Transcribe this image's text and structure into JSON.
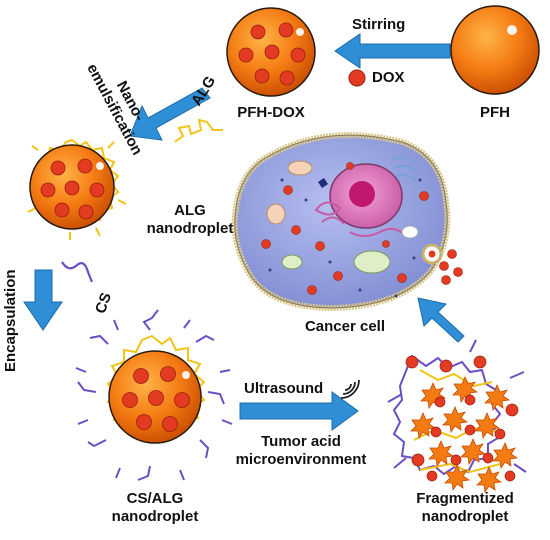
{
  "colors": {
    "droplet_core": "#f47a12",
    "droplet_dark": "#c64a02",
    "dox_red": "#e23b22",
    "arrow_blue": "#2f8fd6",
    "alg_yellow": "#f0c419",
    "cs_purple": "#6a4fc4",
    "cell_blue": "#9aa6e0"
  },
  "labels": {
    "stirring": "Stirring",
    "dox": "DOX",
    "pfh_dox": "PFH-DOX",
    "pfh": "PFH",
    "nano_emulsification_line1": "Nano-",
    "nano_emulsification_line2": "emulsification",
    "alg": "ALG",
    "alg_nanodroplet_line1": "ALG",
    "alg_nanodroplet_line2": "nanodroplet",
    "encapsulation": "Encapsulation",
    "cs": "CS",
    "cancer_cell": "Cancer cell",
    "ultrasound": "Ultrasound",
    "tumor_acid_line1": "Tumor acid",
    "tumor_acid_line2": "microenvironment",
    "cs_alg_line1": "CS/ALG",
    "cs_alg_line2": "nanodroplet",
    "fragmented_line1": "Fragmentized",
    "fragmented_line2": "nanodroplet"
  }
}
